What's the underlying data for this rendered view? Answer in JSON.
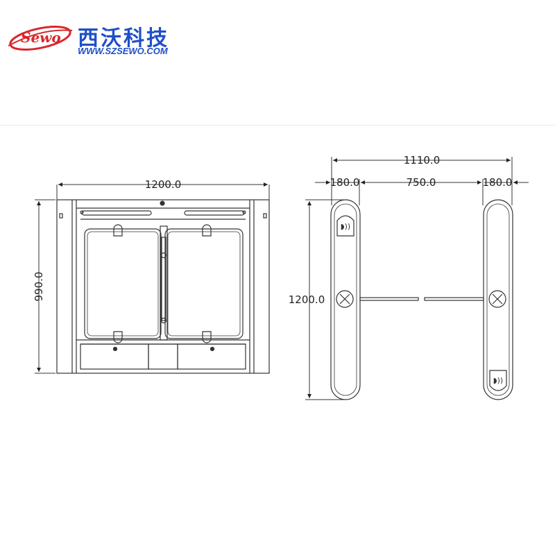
{
  "brand": {
    "logo_script": "Sewo",
    "name_cn": "西沃科技",
    "website": "WWW.SZSEWO.COM",
    "primary_color": "#1f4fc8",
    "accent_color": "#d9262b"
  },
  "front_view": {
    "width_label": "1200.0",
    "height_label": "990.0"
  },
  "top_view": {
    "total_width_label": "1110.0",
    "left_cabinet_label": "180.0",
    "passage_label": "750.0",
    "right_cabinet_label": "180.0",
    "length_label": "1200.0"
  }
}
